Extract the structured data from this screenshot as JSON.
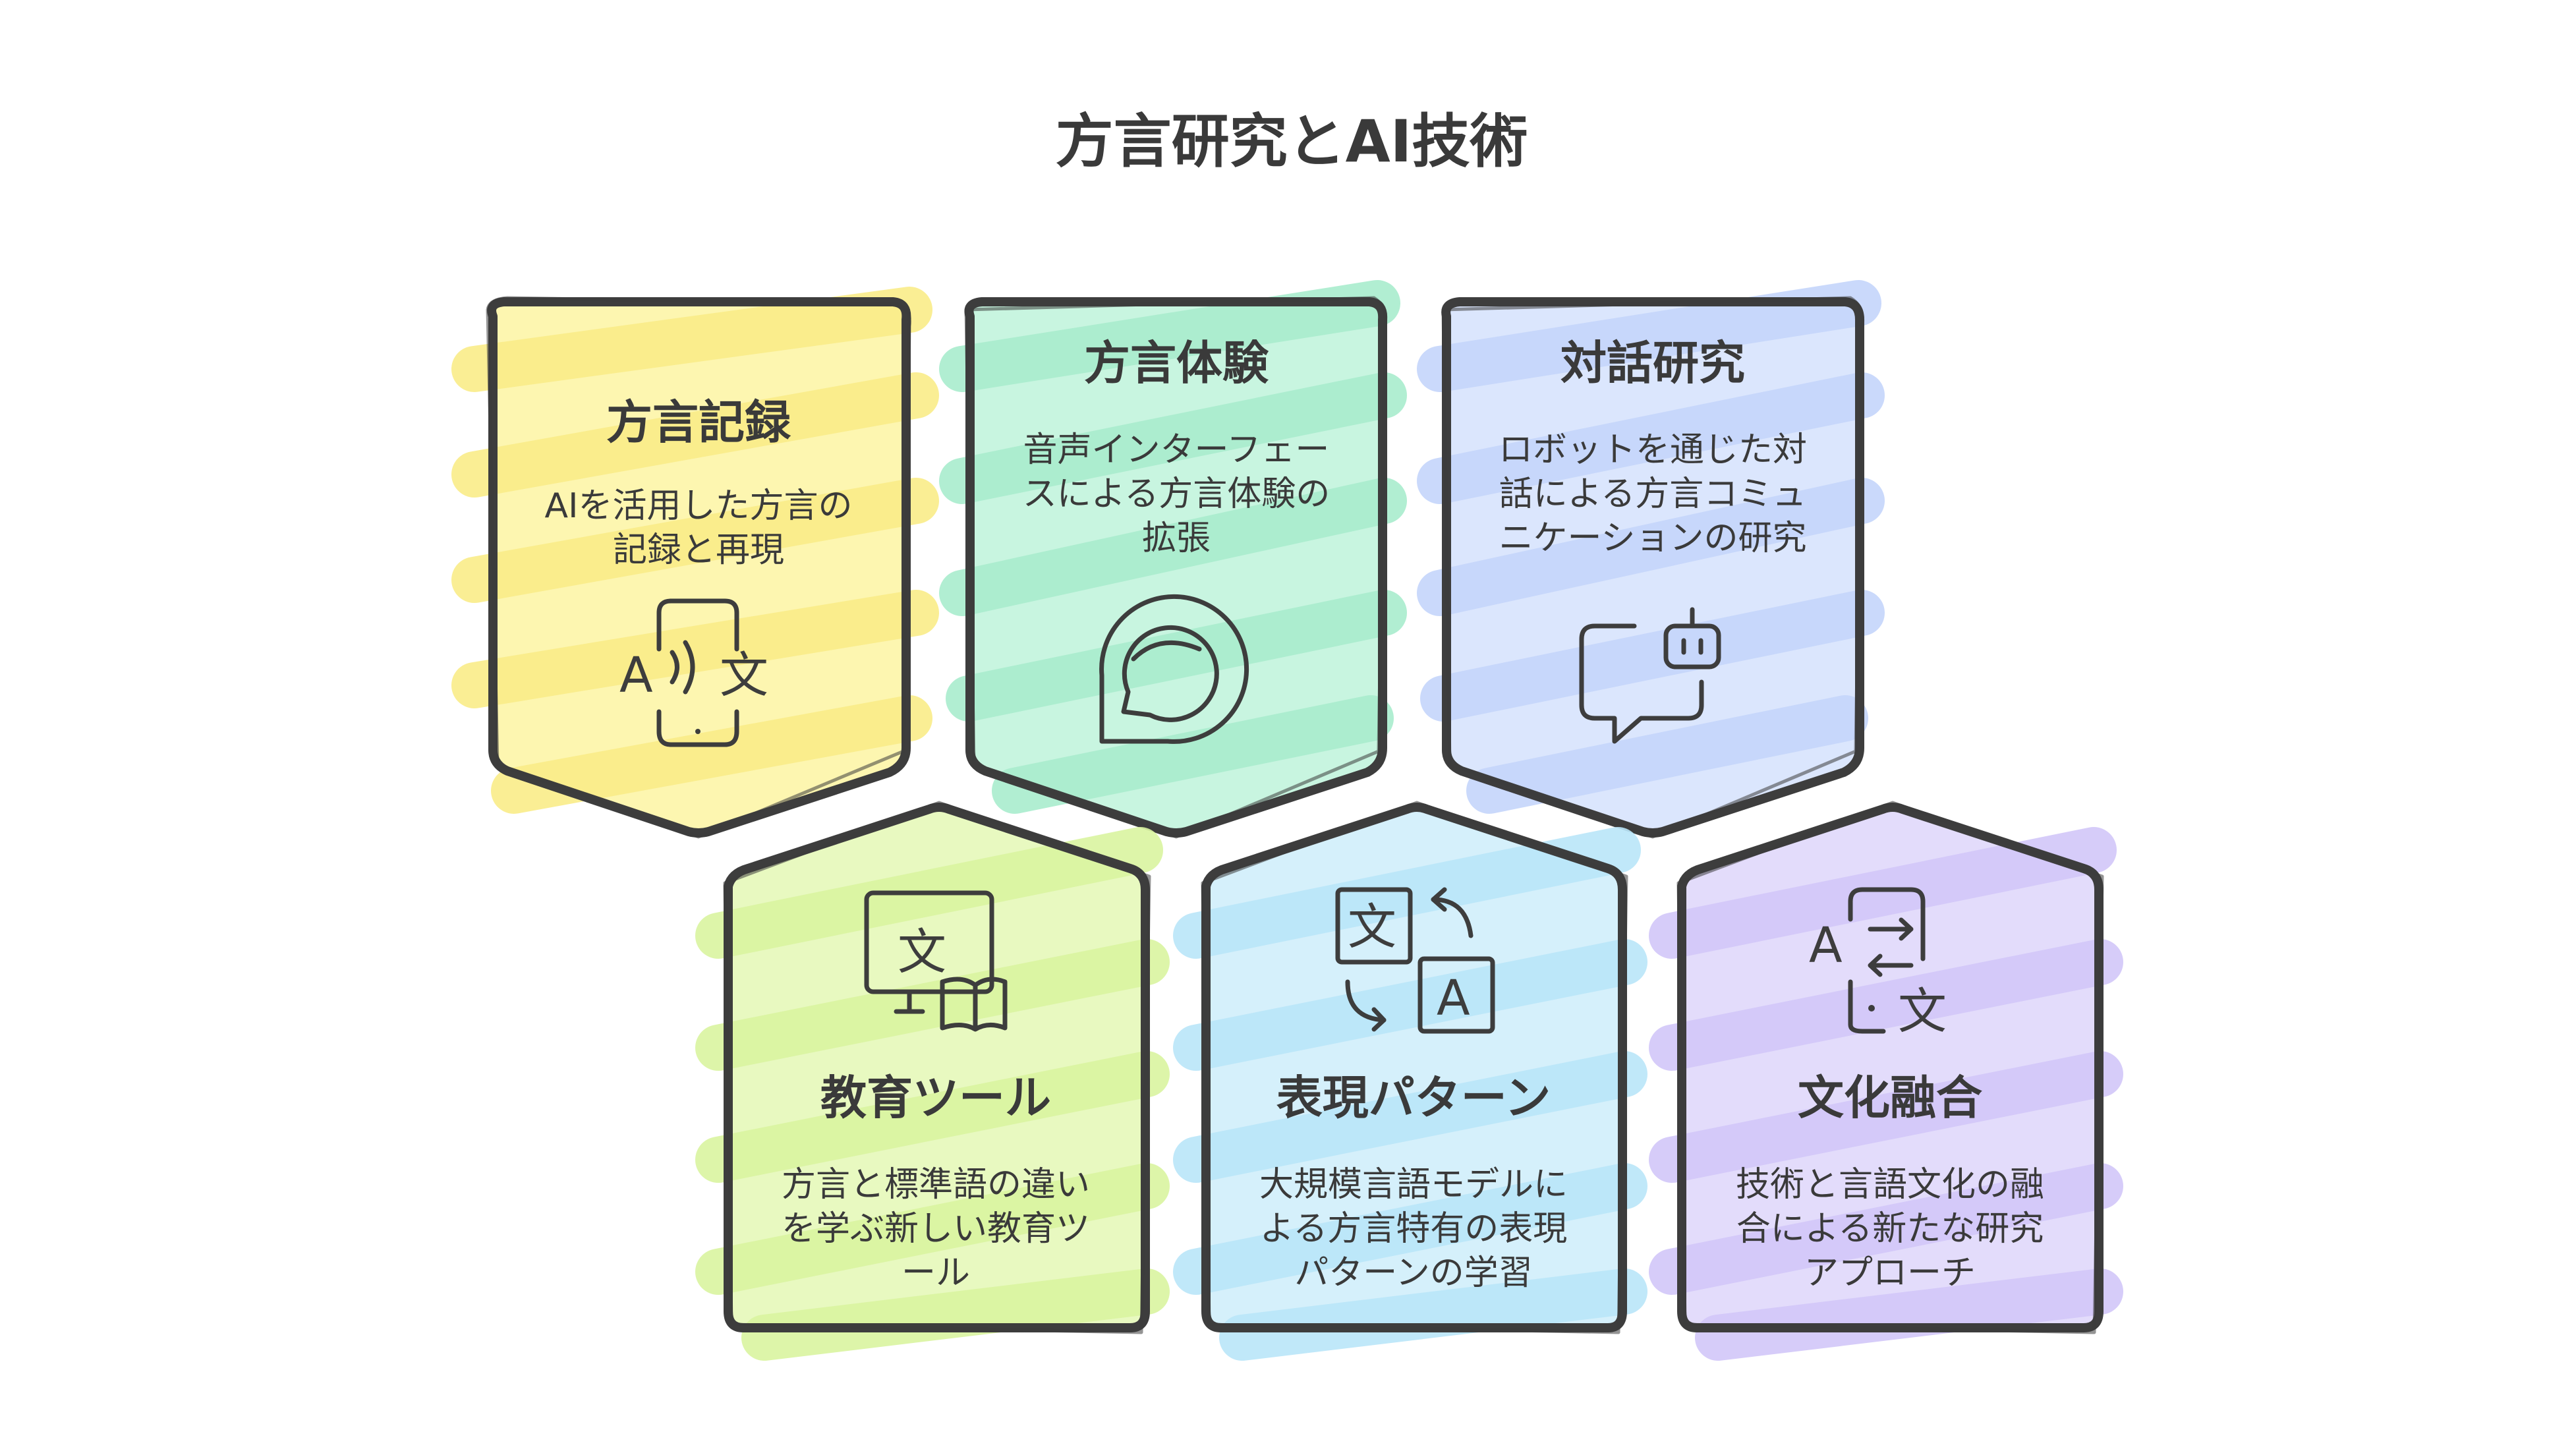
{
  "title": "方言研究とAI技術",
  "colors": {
    "yellow": "#fdf6b0",
    "mint": "#c8f5e0",
    "blue": "#dbe6fd",
    "lime": "#e8f9c0",
    "sky": "#d5f0fb",
    "purple": "#e3dcfb",
    "outline": "#3d3d3d"
  },
  "cards": [
    {
      "title": "方言記録",
      "desc": [
        "AIを活用した方言の",
        "記録と再現"
      ],
      "icon": "ai-speech-translation-icon"
    },
    {
      "title": "方言体験",
      "desc": [
        "音声インターフェー",
        "スによる方言体験の",
        "拡張"
      ],
      "icon": "chat-bubble-icon"
    },
    {
      "title": "対話研究",
      "desc": [
        "ロボットを通じた対",
        "話による方言コミュ",
        "ニケーションの研究"
      ],
      "icon": "robot-chat-icon"
    },
    {
      "title": "教育ツール",
      "desc": [
        "方言と標準語の違い",
        "を学ぶ新しい教育ツ",
        "ール"
      ],
      "icon": "language-learning-icon"
    },
    {
      "title": "表現パターン",
      "desc": [
        "大規模言語モデルに",
        "よる方言特有の表現",
        "パターンの学習"
      ],
      "icon": "translate-icon"
    },
    {
      "title": "文化融合",
      "desc": [
        "技術と言語文化の融",
        "合による新たな研究",
        "アプローチ"
      ],
      "icon": "language-exchange-icon"
    }
  ]
}
